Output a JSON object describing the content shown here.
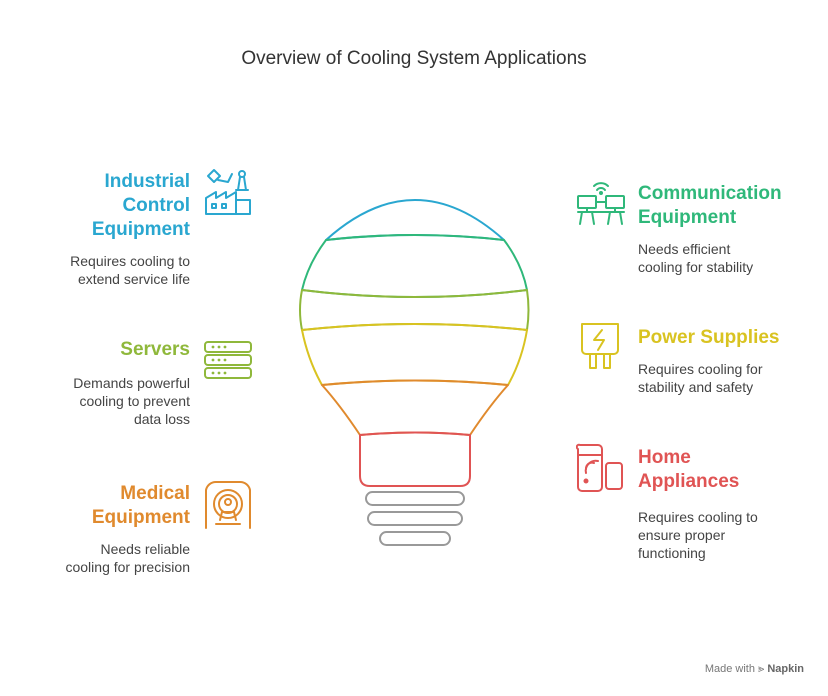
{
  "title": "Overview of Cooling System Applications",
  "items": {
    "industrial": {
      "title": [
        "Industrial",
        "Control",
        "Equipment"
      ],
      "desc": [
        "Requires cooling to",
        "extend service life"
      ],
      "color": "#2aa7d0"
    },
    "servers": {
      "title": [
        "Servers"
      ],
      "desc": [
        "Demands powerful",
        "cooling to prevent",
        "data loss"
      ],
      "color": "#8fb83b"
    },
    "medical": {
      "title": [
        "Medical",
        "Equipment"
      ],
      "desc": [
        "Needs reliable",
        "cooling for precision"
      ],
      "color": "#e08a2e"
    },
    "communication": {
      "title": [
        "Communication",
        "Equipment"
      ],
      "desc": [
        "Needs efficient",
        "cooling for stability"
      ],
      "color": "#2fb87a"
    },
    "power": {
      "title": [
        "Power Supplies"
      ],
      "desc": [
        "Requires cooling for",
        "stability and safety"
      ],
      "color": "#d9c321"
    },
    "home": {
      "title": [
        "Home",
        "Appliances"
      ],
      "desc": [
        "Requires cooling to",
        "ensure proper",
        "functioning"
      ],
      "color": "#e05454"
    }
  },
  "credit": {
    "prefix": "Made with",
    "brand": "Napkin"
  }
}
